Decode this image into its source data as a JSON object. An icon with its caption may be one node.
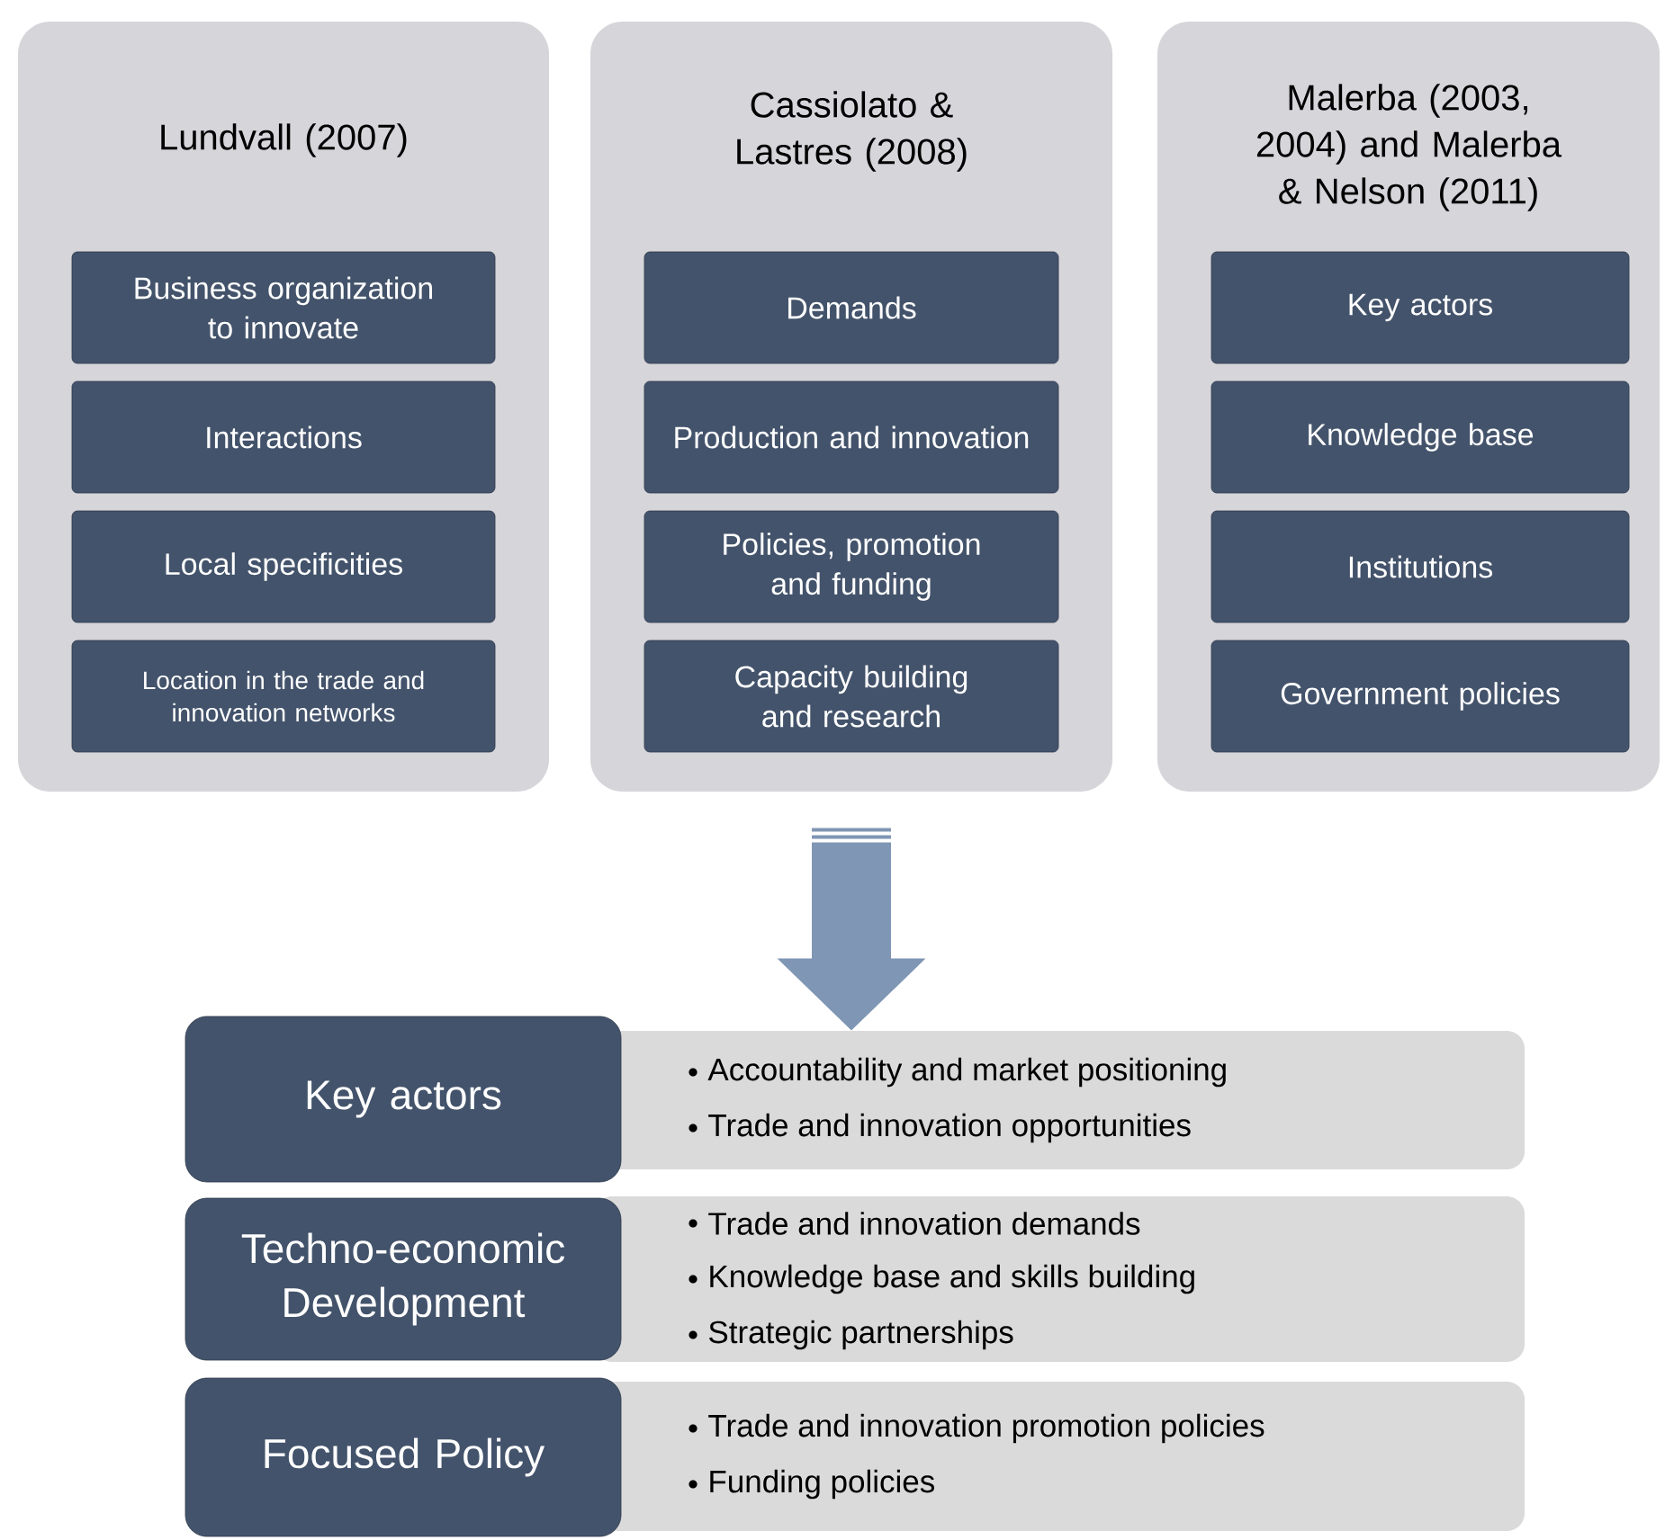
{
  "diagram": {
    "nodes": [
      {
        "text": [
          "Lundvall (2007)"
        ]
      },
      {
        "text": [
          "Cassiolato & Lastres (2008)"
        ]
      },
      {
        "text": [
          "Malerba (2003, 2004) and Malerba & Nelson (2011)"
        ]
      },
      {
        "text": [
          "Business organization to innovate"
        ],
        "in": 0
      },
      {
        "text": [
          "Interactions"
        ],
        "in": 0
      },
      {
        "text": [
          "Local specificities"
        ],
        "in": 0
      },
      {
        "text": [
          "Location in the trade and innovation networks"
        ],
        "in": 0
      },
      {
        "text": [
          "Demands"
        ],
        "in": 1
      },
      {
        "text": [
          "Production and innovation"
        ],
        "in": 1
      },
      {
        "text": [
          "Policies, promotion and funding"
        ],
        "in": 1
      },
      {
        "text": [
          "Capacity building and research"
        ],
        "in": 1
      },
      {
        "text": [
          "Key actors"
        ],
        "in": 2
      },
      {
        "text": [
          "Knowledge base"
        ],
        "in": 2
      },
      {
        "text": [
          "Institutions"
        ],
        "in": 2
      },
      {
        "text": [
          "Government policies"
        ],
        "in": 2
      },
      {
        "text": [
          "Key actors"
        ]
      },
      {
        "text": [
          "Accountability and market positioning",
          "Trade and innovation opportunities"
        ]
      },
      {
        "text": [
          "Techno-economic Development"
        ]
      },
      {
        "text": [
          "Trade and innovation demands",
          "Knowledge base and skills building",
          "Strategic partnerships"
        ]
      },
      {
        "text": [
          "Focused Policy"
        ]
      },
      {
        "text": [
          "Trade and innovation promotion policies",
          "Funding policies"
        ]
      }
    ],
    "edges": [
      {
        "from": 1,
        "to": 16,
        "arrow": "to"
      }
    ]
  }
}
